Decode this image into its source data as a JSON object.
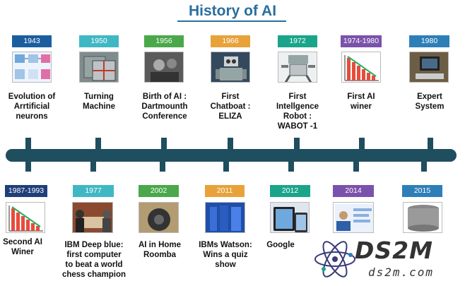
{
  "title": "History of AI",
  "colors": {
    "timeline": "#1f4e5f",
    "blue": "#1b5e9e",
    "teal": "#3fb8c4",
    "green": "#4aa84a",
    "orange": "#e8a23a",
    "emerald": "#1aa58a",
    "purple": "#7b52ab",
    "steel": "#2e7fb8",
    "navy": "#1f3f7a"
  },
  "top_events": [
    {
      "year": "1943",
      "label": "Evolution of\nArrtificial\nneurons",
      "icon": "neuron-diagram"
    },
    {
      "year": "1950",
      "label": "Turning\nMachine",
      "icon": "machine-image"
    },
    {
      "year": "1956",
      "label": "Birth of AI :\nDartmounth\nConference",
      "icon": "conference-photo"
    },
    {
      "year": "1966",
      "label": "First\nChatboat :\nELIZA",
      "icon": "robot-image"
    },
    {
      "year": "1972",
      "label": "First\nIntellgence\nRobot :\nWABOT -1",
      "icon": "robot-image"
    },
    {
      "year": "1974-1980",
      "label": "First AI\nwiner",
      "icon": "declining-chart"
    },
    {
      "year": "1980",
      "label": "Expert\nSystem",
      "icon": "computer-image"
    }
  ],
  "bottom_events": [
    {
      "year": "1987-1993",
      "label": "Second AI\nWiner",
      "icon": "declining-chart"
    },
    {
      "year": "1977",
      "label": "IBM Deep blue:\nfirst computer\nto beat a world\nchess champion",
      "icon": "chess-photo"
    },
    {
      "year": "2002",
      "label": "AI in Home\nRoomba",
      "icon": "roomba-image"
    },
    {
      "year": "2011",
      "label": "IBMs Watson:\nWins a quiz\nshow",
      "icon": "server-image"
    },
    {
      "year": "2012",
      "label": "Google",
      "icon": "devices-image"
    },
    {
      "year": "2014",
      "label": "",
      "icon": "chat-screen"
    },
    {
      "year": "2015",
      "label": "",
      "icon": "cylinder-image"
    }
  ],
  "logo": {
    "name": "DS2M",
    "site": "ds2m.com"
  }
}
